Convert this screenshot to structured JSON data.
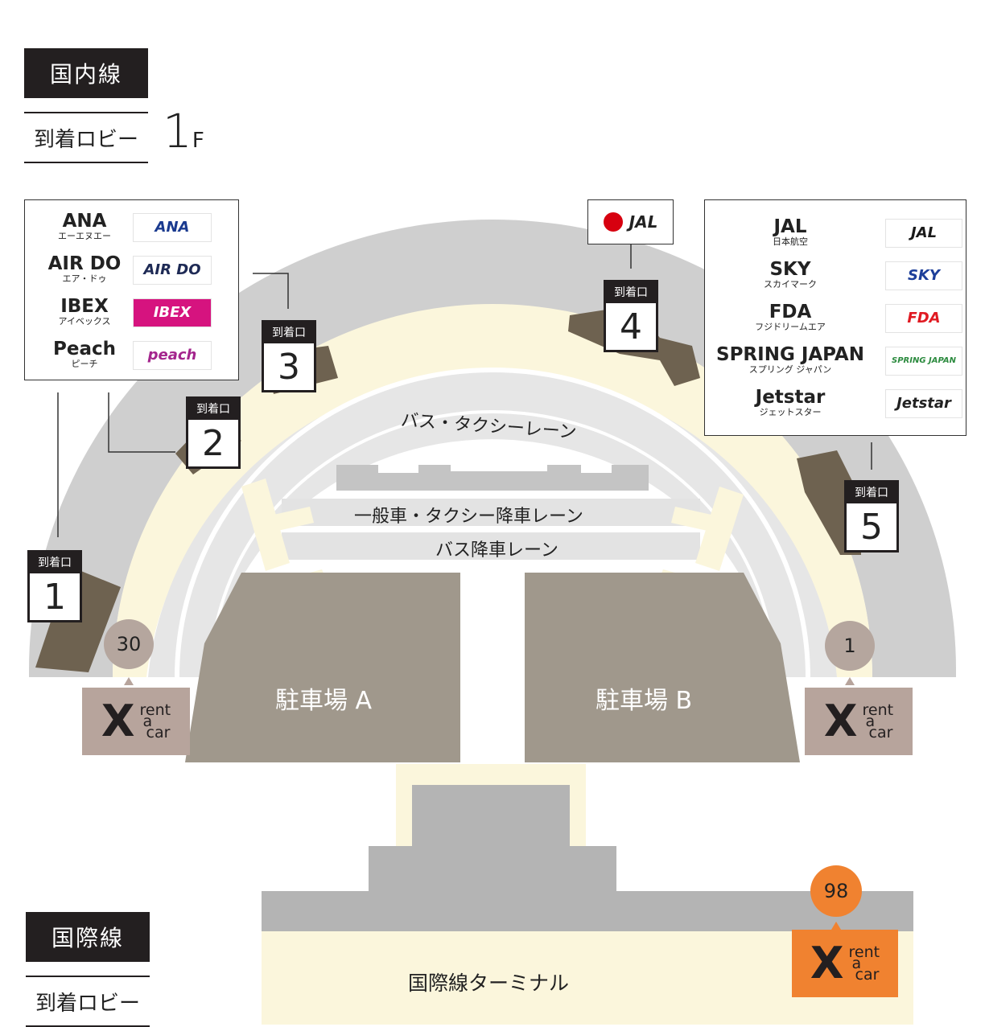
{
  "domestic": {
    "label": "国内線",
    "lobby": "到着ロビー",
    "floor_number": "1",
    "floor_unit": "F"
  },
  "international": {
    "label": "国際線",
    "lobby": "到着ロビー",
    "terminal": "国際線ターミナル"
  },
  "legend_left": [
    {
      "name": "ANA",
      "kana": "エーエヌエー",
      "logo": "ANA",
      "logo_color": "#1a3a8f",
      "logo_bg": "#ffffff"
    },
    {
      "name": "AIR DO",
      "kana": "エア・ドゥ",
      "logo": "AIR DO",
      "logo_color": "#1e2a55",
      "logo_bg": "#ffffff"
    },
    {
      "name": "IBEX",
      "kana": "アイベックス",
      "logo": "IBEX",
      "logo_color": "#ffffff",
      "logo_bg": "#d6137f"
    },
    {
      "name": "Peach",
      "kana": "ピーチ",
      "logo": "peach",
      "logo_color": "#a4258d",
      "logo_bg": "#ffffff"
    }
  ],
  "legend_jal": {
    "logo": "JAL",
    "logo_color": "#1a1a1a",
    "mark_color": "#d7000f"
  },
  "legend_right": [
    {
      "name": "JAL",
      "kana": "日本航空",
      "logo": "JAL",
      "logo_color": "#1a1a1a",
      "logo_bg": "#ffffff"
    },
    {
      "name": "SKY",
      "kana": "スカイマーク",
      "logo": "SKY",
      "logo_color": "#1d3f9a",
      "logo_bg": "#ffffff"
    },
    {
      "name": "FDA",
      "kana": "フジドリームエア",
      "logo": "FDA",
      "logo_color": "#e01a22",
      "logo_bg": "#ffffff"
    },
    {
      "name": "SPRING JAPAN",
      "kana": "スプリング ジャパン",
      "logo": "SPRING JAPAN",
      "logo_color": "#2b8a3e",
      "logo_bg": "#ffffff"
    },
    {
      "name": "Jetstar",
      "kana": "ジェットスター",
      "logo": "Jetstar",
      "logo_color": "#222222",
      "logo_bg": "#ffffff"
    }
  ],
  "gates": [
    {
      "title": "到着口",
      "number": "1"
    },
    {
      "title": "到着口",
      "number": "2"
    },
    {
      "title": "到着口",
      "number": "3"
    },
    {
      "title": "到着口",
      "number": "4"
    },
    {
      "title": "到着口",
      "number": "5"
    }
  ],
  "lanes": {
    "bus_taxi": "バス・タクシーレーン",
    "general": "一般車・タクシー降車レーン",
    "bus_drop": "バス降車レーン"
  },
  "parking": {
    "a": "駐車場 A",
    "b": "駐車場 B"
  },
  "rentals": [
    {
      "number": "30",
      "text1": "rent",
      "text2": "a",
      "text3": "car"
    },
    {
      "number": "1",
      "text1": "rent",
      "text2": "a",
      "text3": "car"
    },
    {
      "number": "98",
      "text1": "rent",
      "text2": "a",
      "text3": "car"
    }
  ],
  "colors": {
    "dark": "#231f20",
    "terminal_gray": "#cfcfcf",
    "cream": "#fbf6dc",
    "lane_gray": "#e4e4e4",
    "parking": "#a0988c",
    "gate_area": "#6e6250",
    "rental_tan": "#b7a49c",
    "rental_circle": "#b5a69e",
    "orange": "#f08230"
  }
}
